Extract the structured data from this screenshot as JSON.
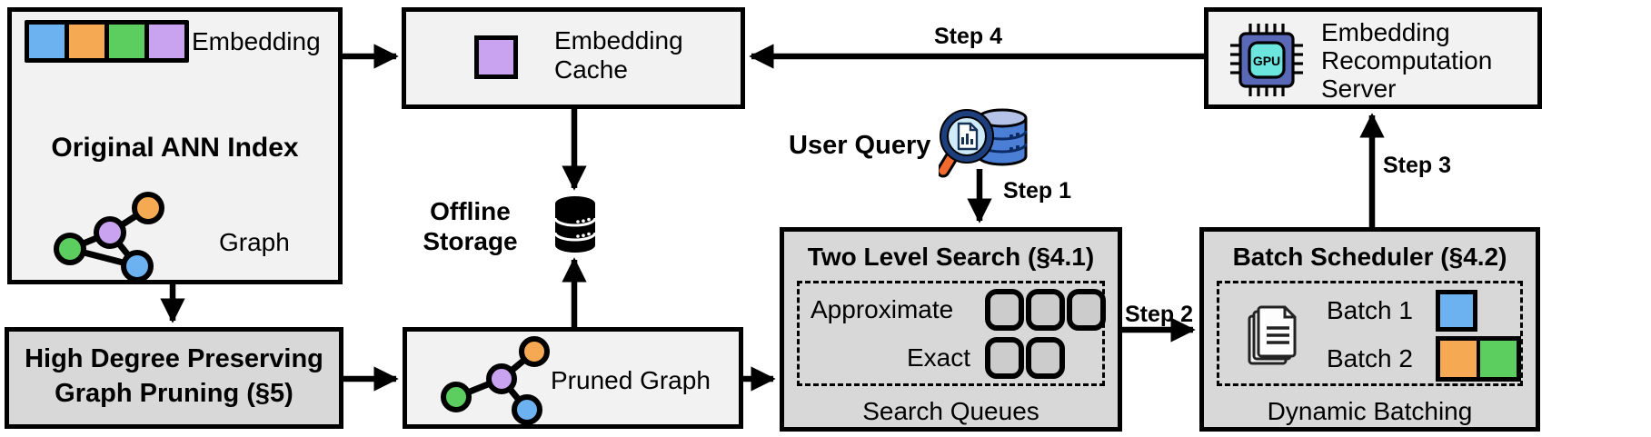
{
  "colors": {
    "box_light": "#f2f2f2",
    "box_dark": "#d8d8d8",
    "queue_fill": "#cccccc",
    "blue": "#6cb2f0",
    "orange": "#f5a953",
    "green": "#5ccd5f",
    "purple": "#c9a3ef",
    "gpu_body": "#5a68b8",
    "gpu_inner": "#6ce5de",
    "db_blue": "#4b7fd6",
    "db_top": "#b6c3e8",
    "magnifier_rim": "#1d3f7d",
    "lens": "#cfeaf8",
    "handle_orange": "#f26a2d"
  },
  "original_index": {
    "embedding_label": "Embedding",
    "title": "Original ANN Index",
    "graph_label": "Graph"
  },
  "embedding_cache": {
    "line1": "Embedding",
    "line2": "Cache"
  },
  "offline_storage": {
    "line1": "Offline",
    "line2": "Storage"
  },
  "high_degree": {
    "line1": "High Degree Preserving",
    "line2": "Graph Pruning (§5)"
  },
  "pruned_graph": {
    "label": "Pruned Graph"
  },
  "user_query": {
    "label": "User Query"
  },
  "steps": {
    "step1": "Step 1",
    "step2": "Step 2",
    "step3": "Step 3",
    "step4": "Step 4"
  },
  "two_level_search": {
    "title": "Two Level Search (§4.1)",
    "row1": "Approximate",
    "row2": "Exact",
    "footer": "Search Queues"
  },
  "batch_scheduler": {
    "title": "Batch Scheduler (§4.2)",
    "batch1": "Batch 1",
    "batch2": "Batch 2",
    "footer": "Dynamic Batching"
  },
  "recompute_server": {
    "line1": "Embedding",
    "line2": "Recomputation",
    "line3": "Server",
    "gpu_label": "GPU"
  }
}
